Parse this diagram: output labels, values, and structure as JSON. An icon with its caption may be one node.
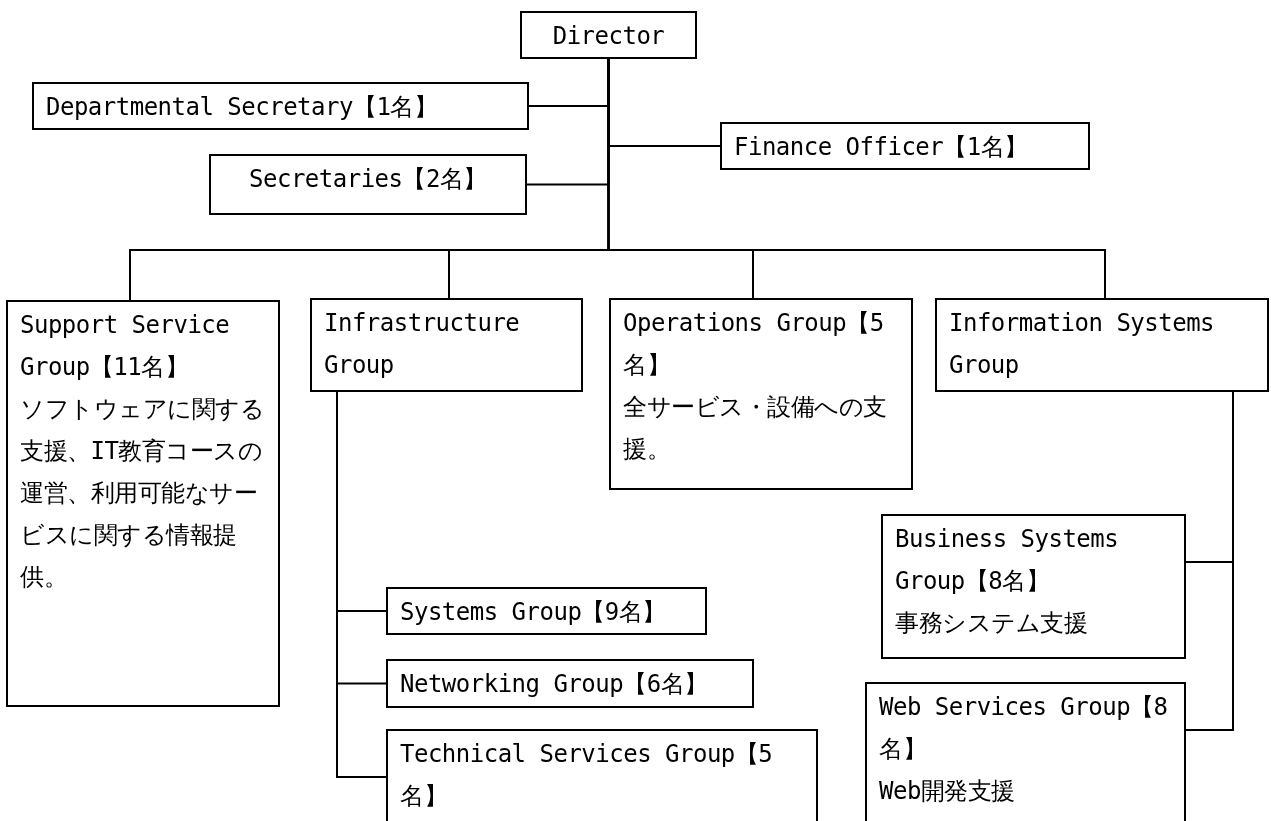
{
  "diagram": {
    "nodes": [
      {
        "text": [
          "Director"
        ]
      },
      {
        "text": [
          "Departmental Secretary【1名】"
        ]
      },
      {
        "text": [
          "Finance Officer【1名】"
        ]
      },
      {
        "text": [
          "Secretaries【2名】"
        ]
      },
      {
        "text": [
          "Support Service Group【11名】",
          "ソフトウェアに関する支援、IT教育コースの運営、利用可能なサービスに関する情報提供。"
        ]
      },
      {
        "text": [
          "Infrastructure Group"
        ]
      },
      {
        "text": [
          "Operations Group【5名】",
          "全サービス・設備への支援。"
        ]
      },
      {
        "text": [
          "Information Systems Group"
        ]
      },
      {
        "text": [
          "Business Systems Group【8名】",
          "事務システム支援"
        ]
      },
      {
        "text": [
          "Systems Group【9名】"
        ]
      },
      {
        "text": [
          "Networking Group【6名】"
        ]
      },
      {
        "text": [
          "Web Services Group【8名】",
          "Web開発支援"
        ]
      },
      {
        "text": [
          "Technical Services Group【5名】"
        ]
      }
    ],
    "edges": [
      {
        "from": 0,
        "to": 1,
        "arrow": "none"
      },
      {
        "from": 0,
        "to": 2,
        "arrow": "none"
      },
      {
        "from": 0,
        "to": 3,
        "arrow": "none"
      },
      {
        "from": 0,
        "to": 4,
        "arrow": "none"
      },
      {
        "from": 0,
        "to": 5,
        "arrow": "none"
      },
      {
        "from": 0,
        "to": 6,
        "arrow": "none"
      },
      {
        "from": 0,
        "to": 7,
        "arrow": "none"
      },
      {
        "from": 5,
        "to": 9,
        "arrow": "none"
      },
      {
        "from": 5,
        "to": 10,
        "arrow": "none"
      },
      {
        "from": 5,
        "to": 12,
        "arrow": "none"
      },
      {
        "from": 7,
        "to": 8,
        "arrow": "none"
      },
      {
        "from": 7,
        "to": 11,
        "arrow": "none"
      }
    ]
  }
}
